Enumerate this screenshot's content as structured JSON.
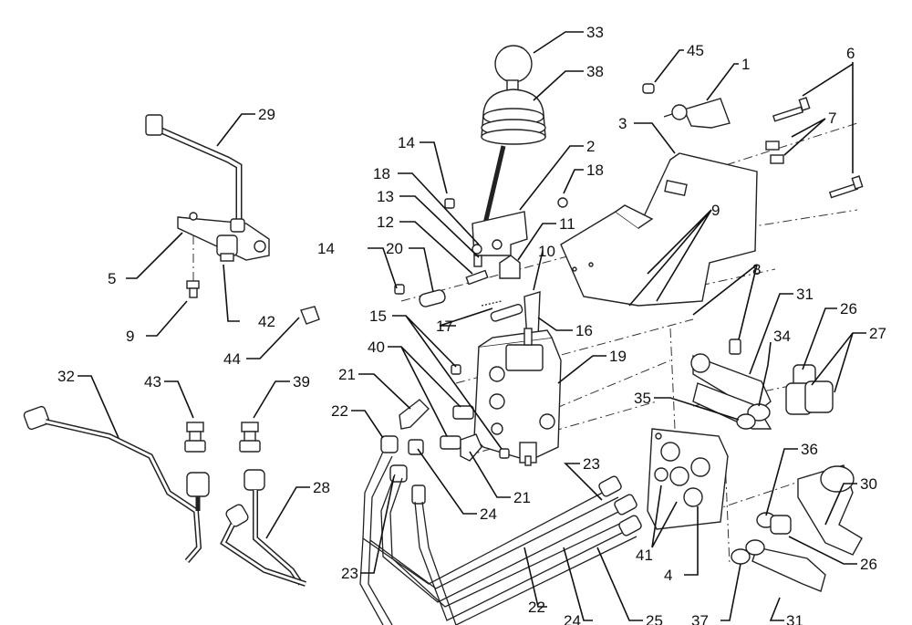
{
  "diagram": {
    "callouts": [
      {
        "id": "c33",
        "label": "33"
      },
      {
        "id": "c38",
        "label": "38"
      },
      {
        "id": "c45",
        "label": "45"
      },
      {
        "id": "c1",
        "label": "1"
      },
      {
        "id": "c6",
        "label": "6"
      },
      {
        "id": "c7",
        "label": "7"
      },
      {
        "id": "c3",
        "label": "3"
      },
      {
        "id": "c29",
        "label": "29"
      },
      {
        "id": "c14a",
        "label": "14"
      },
      {
        "id": "c2",
        "label": "2"
      },
      {
        "id": "c18a",
        "label": "18"
      },
      {
        "id": "c18b",
        "label": "18"
      },
      {
        "id": "c13",
        "label": "13"
      },
      {
        "id": "c11",
        "label": "11"
      },
      {
        "id": "c9a",
        "label": "9"
      },
      {
        "id": "c12",
        "label": "12"
      },
      {
        "id": "c10",
        "label": "10"
      },
      {
        "id": "c20",
        "label": "20"
      },
      {
        "id": "c14b",
        "label": "14"
      },
      {
        "id": "c5",
        "label": "5"
      },
      {
        "id": "c8",
        "label": "8"
      },
      {
        "id": "c31a",
        "label": "31"
      },
      {
        "id": "c26a",
        "label": "26"
      },
      {
        "id": "c27",
        "label": "27"
      },
      {
        "id": "c17",
        "label": "17"
      },
      {
        "id": "c16",
        "label": "16"
      },
      {
        "id": "c9b",
        "label": "9"
      },
      {
        "id": "c42",
        "label": "42"
      },
      {
        "id": "c15",
        "label": "15"
      },
      {
        "id": "c34",
        "label": "34"
      },
      {
        "id": "c44",
        "label": "44"
      },
      {
        "id": "c40",
        "label": "40"
      },
      {
        "id": "c19",
        "label": "19"
      },
      {
        "id": "c32",
        "label": "32"
      },
      {
        "id": "c43",
        "label": "43"
      },
      {
        "id": "c39",
        "label": "39"
      },
      {
        "id": "c21a",
        "label": "21"
      },
      {
        "id": "c35",
        "label": "35"
      },
      {
        "id": "c22a",
        "label": "22"
      },
      {
        "id": "c36",
        "label": "36"
      },
      {
        "id": "c30",
        "label": "30"
      },
      {
        "id": "c23a",
        "label": "23"
      },
      {
        "id": "c28",
        "label": "28"
      },
      {
        "id": "c24a",
        "label": "24"
      },
      {
        "id": "c21b",
        "label": "21"
      },
      {
        "id": "c41",
        "label": "41"
      },
      {
        "id": "c4",
        "label": "4"
      },
      {
        "id": "c26b",
        "label": "26"
      },
      {
        "id": "c23b",
        "label": "23"
      },
      {
        "id": "c22b",
        "label": "22"
      },
      {
        "id": "c24b",
        "label": "24"
      },
      {
        "id": "c25",
        "label": "25"
      },
      {
        "id": "c37",
        "label": "37"
      },
      {
        "id": "c31b",
        "label": "31"
      }
    ]
  }
}
